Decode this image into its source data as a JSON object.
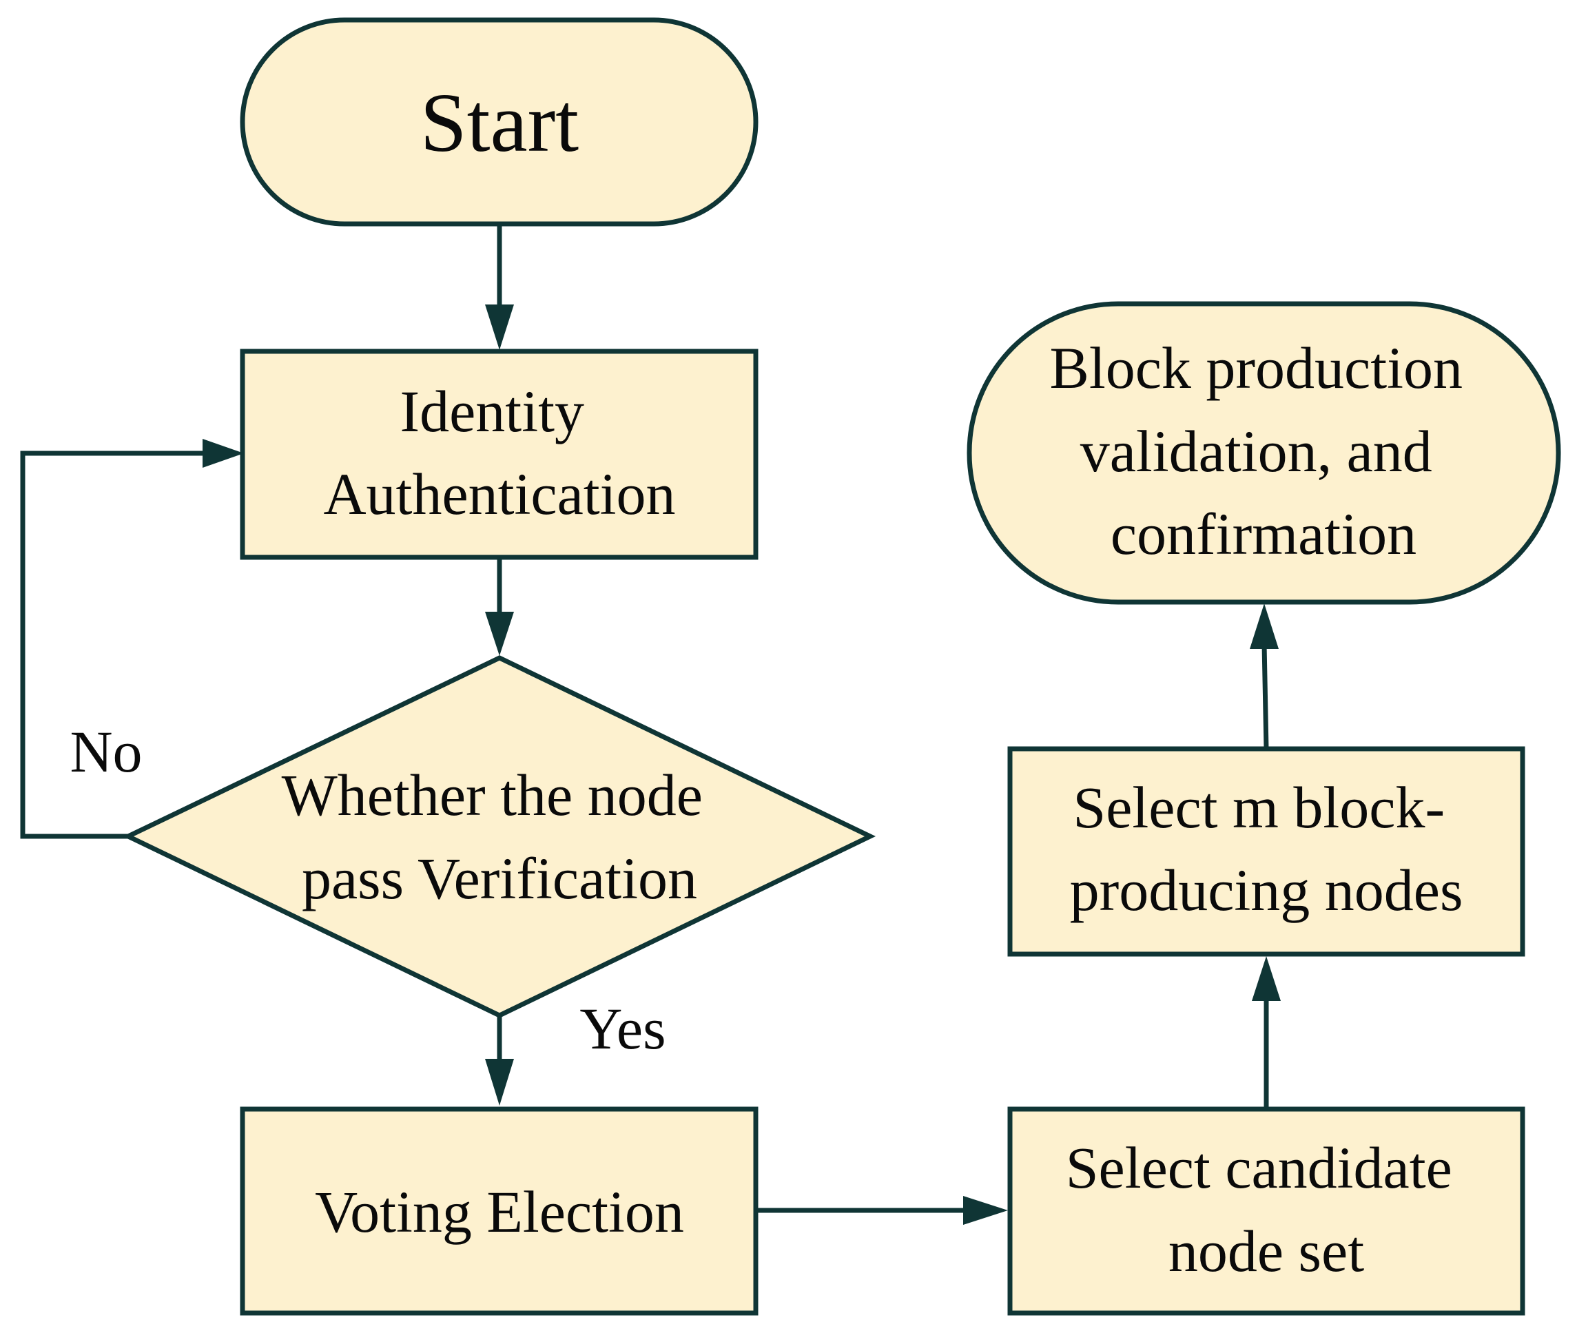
{
  "diagram": {
    "colors": {
      "node_fill": "#fdf1cf",
      "stroke": "#0f3535",
      "text": "#0a0a0a",
      "background": "#ffffff"
    },
    "nodes": {
      "start": {
        "shape": "terminator",
        "lines": [
          "Start"
        ]
      },
      "identity": {
        "shape": "process",
        "lines": [
          "Identity",
          "Authentication"
        ]
      },
      "decision": {
        "shape": "decision",
        "lines": [
          "Whether the node",
          "pass Verification"
        ]
      },
      "voting": {
        "shape": "process",
        "lines": [
          "Voting Election"
        ]
      },
      "candidate": {
        "shape": "process",
        "lines": [
          "Select candidate",
          "node set"
        ]
      },
      "select_m": {
        "shape": "process",
        "lines": [
          "Select m block-",
          "producing nodes"
        ]
      },
      "block": {
        "shape": "terminator",
        "lines": [
          "Block production",
          "validation, and",
          "confirmation"
        ]
      }
    },
    "edges": [
      {
        "from": "start",
        "to": "identity",
        "label": ""
      },
      {
        "from": "identity",
        "to": "decision",
        "label": ""
      },
      {
        "from": "decision",
        "to": "identity",
        "label": "No"
      },
      {
        "from": "decision",
        "to": "voting",
        "label": "Yes"
      },
      {
        "from": "voting",
        "to": "candidate",
        "label": ""
      },
      {
        "from": "candidate",
        "to": "select_m",
        "label": ""
      },
      {
        "from": "select_m",
        "to": "block",
        "label": ""
      }
    ]
  }
}
